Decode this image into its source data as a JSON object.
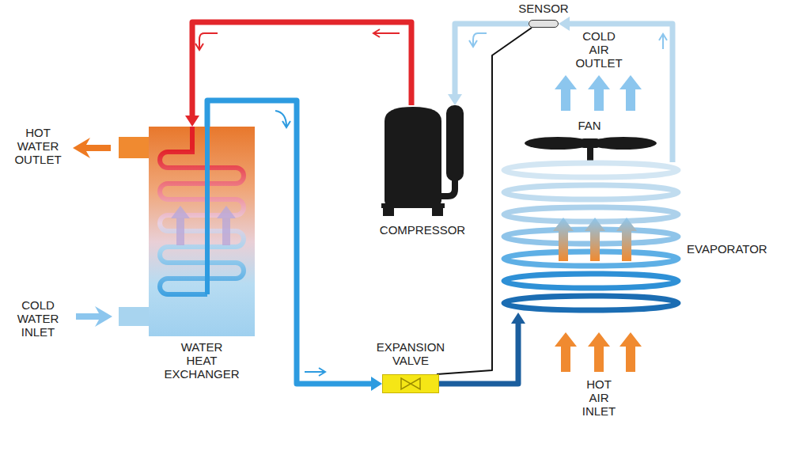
{
  "diagram": {
    "nodes": [
      {
        "text": [
          "WATER HEAT EXCHANGER"
        ]
      },
      {
        "text": [
          "COMPRESSOR"
        ]
      },
      {
        "text": [
          "EXPANSION VALVE"
        ]
      },
      {
        "text": [
          "EVAPORATOR"
        ]
      },
      {
        "text": [
          "SENSOR"
        ]
      }
    ],
    "edges": [
      {
        "from": 1,
        "to": 0,
        "arrow": "to"
      },
      {
        "from": 0,
        "to": 2,
        "arrow": "to"
      },
      {
        "from": 2,
        "to": 3,
        "arrow": "to"
      },
      {
        "from": 3,
        "to": 4,
        "arrow": "to"
      },
      {
        "from": 4,
        "to": 1,
        "arrow": "to"
      },
      {
        "from": 4,
        "to": 2,
        "arrow": "none"
      }
    ],
    "labels": [
      "HOT WATER OUTLET",
      "COLD WATER INLET",
      "COLD AIR OUTLET",
      "FAN",
      "HOT AIR INLET"
    ]
  }
}
